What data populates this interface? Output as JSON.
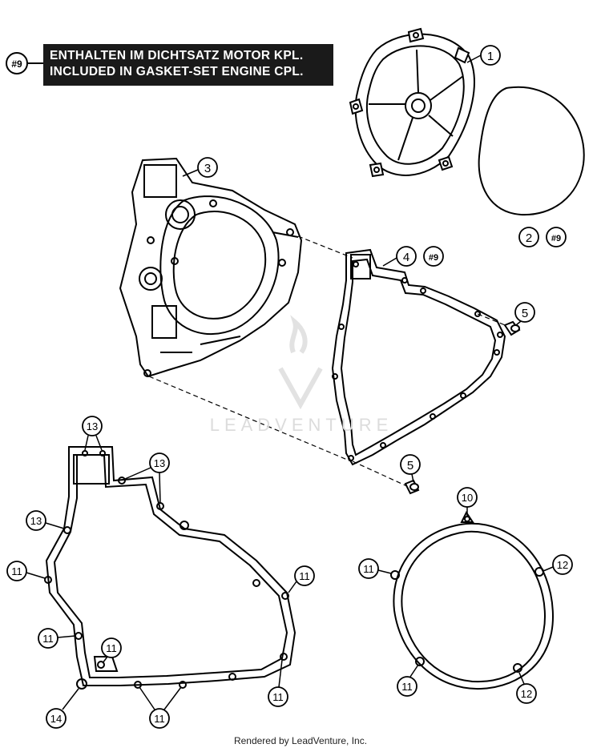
{
  "note": {
    "tag": "#9",
    "line1": "ENTHALTEN IM DICHTSATZ MOTOR KPL.",
    "line2": "INCLUDED IN GASKET-SET ENGINE CPL."
  },
  "callouts": {
    "c1": "1",
    "c2": "2",
    "c2_tag": "#9",
    "c3": "3",
    "c4": "4",
    "c4_tag": "#9",
    "c5a": "5",
    "c5b": "5",
    "c10": "10",
    "c11a": "11",
    "c11b": "11",
    "c11c": "11",
    "c11d": "11",
    "c11e": "11",
    "c11f": "11",
    "c11g": "11",
    "c11h": "11",
    "c12a": "12",
    "c12b": "12",
    "c13a": "13",
    "c13b": "13",
    "c13c": "13",
    "c14": "14"
  },
  "watermark": "LEADVENTURE",
  "footer": "Rendered by LeadVenture, Inc."
}
